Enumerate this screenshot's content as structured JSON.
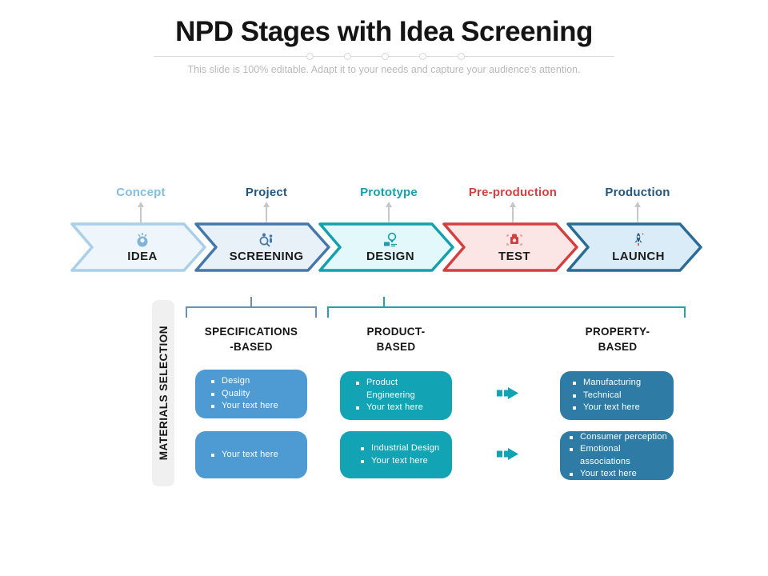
{
  "header": {
    "title": "NPD Stages with Idea Screening",
    "subtitle": "This slide is 100% editable. Adapt it to your needs and capture your audience's attention."
  },
  "colors": {
    "bracket_left": "#6b8fae",
    "bracket_right": "#2aa0ac",
    "connector_gray": "#c7c7c7",
    "ff_arrow": "#12a3b4"
  },
  "stages": [
    {
      "phase": "Concept",
      "name": "IDEA",
      "icon": "head-lightbulb-icon",
      "phase_color": "#85bede",
      "border": "#a9cfe9",
      "fill": "#eef6fc",
      "icon_color": "#7fb4d8"
    },
    {
      "phase": "Project",
      "name": "SCREENING",
      "icon": "magnifier-people-icon",
      "phase_color": "#24577f",
      "border": "#4478ab",
      "fill": "#e9f1f8",
      "icon_color": "#4478ab"
    },
    {
      "phase": "Prototype",
      "name": "DESIGN",
      "icon": "bulb-gear-icon",
      "phase_color": "#14a0ad",
      "border": "#14a0ad",
      "fill": "#e2f8fa",
      "icon_color": "#14a0ad"
    },
    {
      "phase": "Pre-production",
      "name": "TEST",
      "icon": "test-box-icon",
      "phase_color": "#d43f40",
      "border": "#d43f40",
      "fill": "#fbe5e5",
      "icon_color": "#d43f40"
    },
    {
      "phase": "Production",
      "name": "LAUNCH",
      "icon": "rocket-icon",
      "phase_color": "#24577f",
      "border": "#2a6c96",
      "fill": "#d9ecf7",
      "icon_color": "#24577f"
    }
  ],
  "materials": {
    "sidebar_label": "MATERIALS SELECTION",
    "columns": [
      {
        "header_line1": "SPECIFICATIONS",
        "header_line2": "-BASED",
        "box_color": "#4e9bd4",
        "boxes": [
          {
            "items": [
              "Design",
              "Quality",
              "Your text here"
            ]
          },
          {
            "items": [
              "Your text here"
            ]
          }
        ]
      },
      {
        "header_line1": "PRODUCT-",
        "header_line2": "BASED",
        "box_color": "#12a3b4",
        "boxes": [
          {
            "items": [
              "Product Engineering",
              "Your text here"
            ]
          },
          {
            "items": [
              "Industrial Design",
              "Your text here"
            ]
          }
        ]
      },
      {
        "header_line1": "PROPERTY-",
        "header_line2": "BASED",
        "box_color": "#2e7ca6",
        "boxes": [
          {
            "items": [
              "Manufacturing",
              "Technical",
              "Your text here"
            ]
          },
          {
            "items": [
              "Consumer perception",
              "Emotional associations",
              "Your text here"
            ]
          }
        ]
      }
    ]
  }
}
